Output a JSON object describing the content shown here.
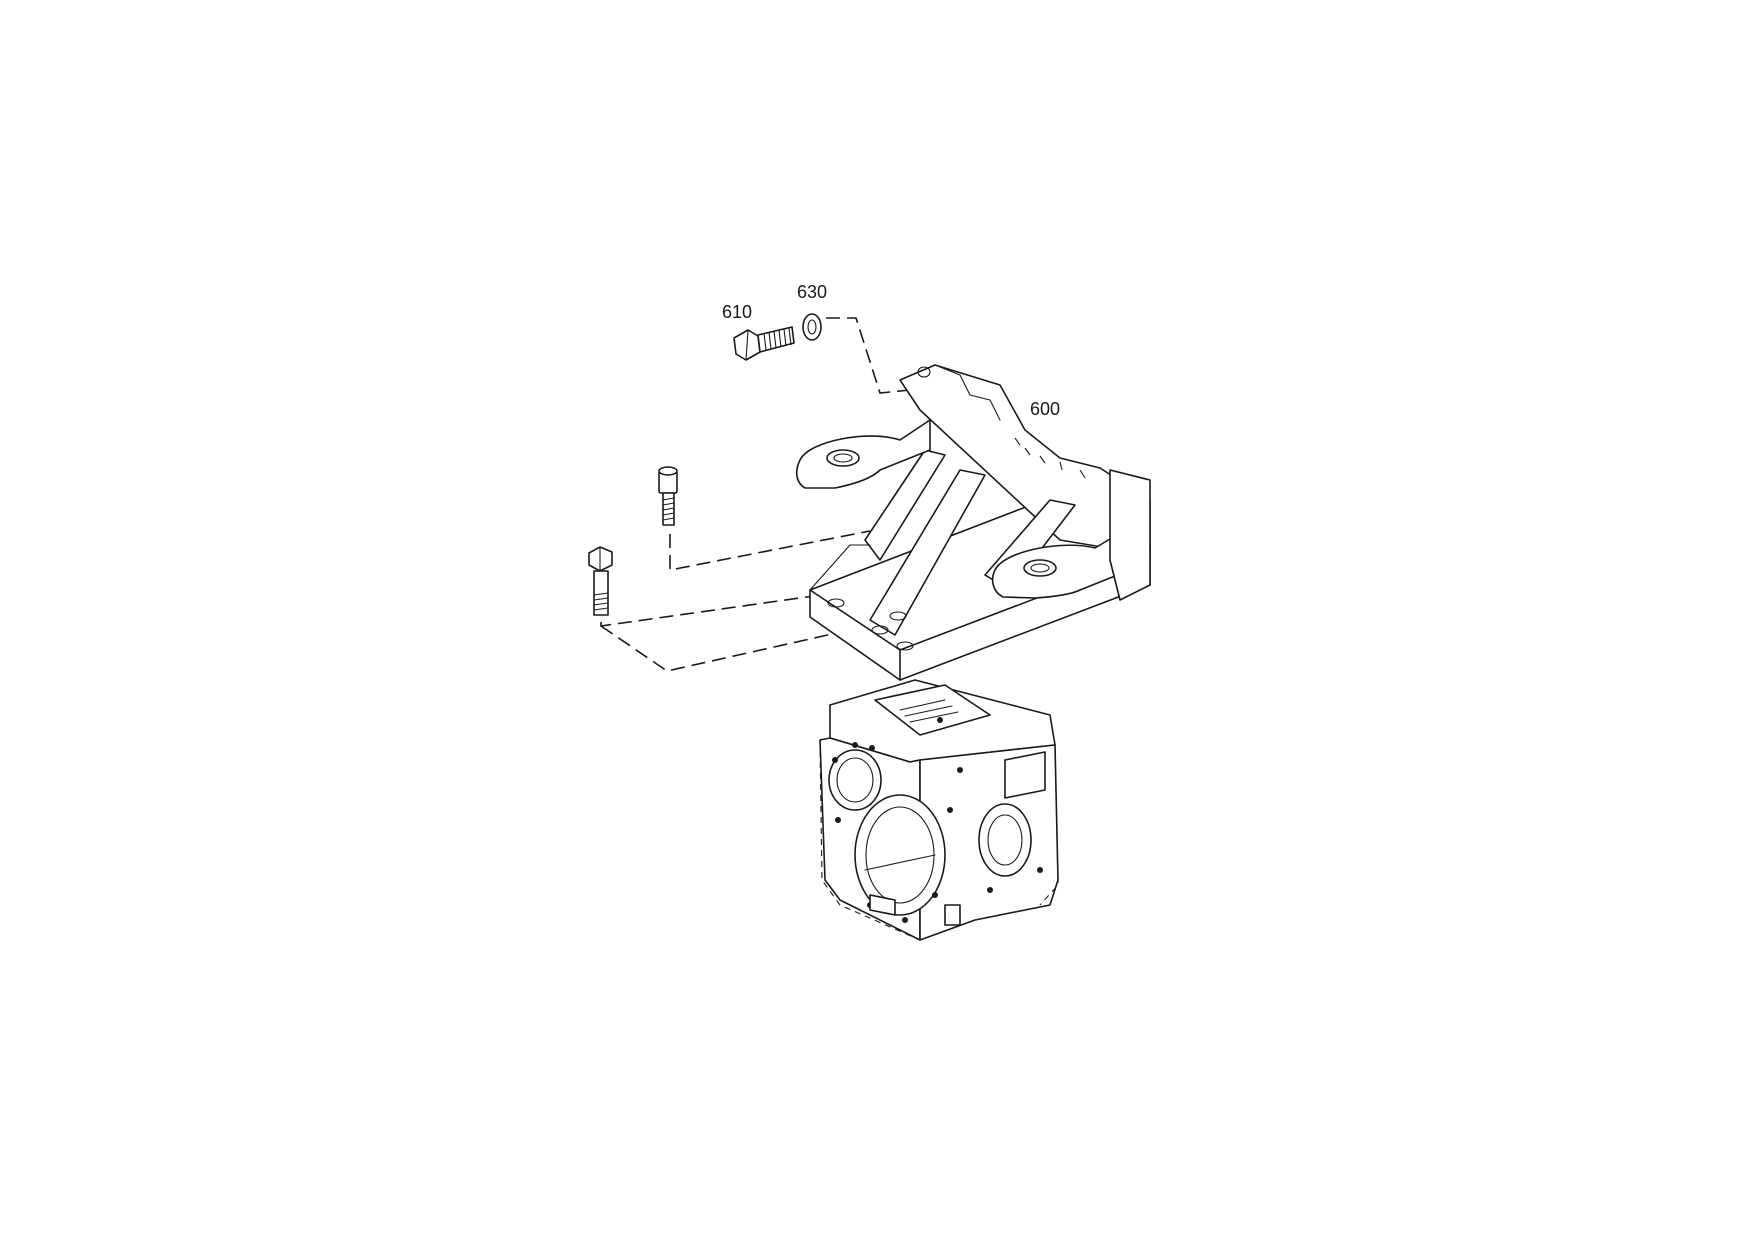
{
  "callouts": {
    "bolt_610": "610",
    "washer_630": "630",
    "bracket_600": "600"
  }
}
